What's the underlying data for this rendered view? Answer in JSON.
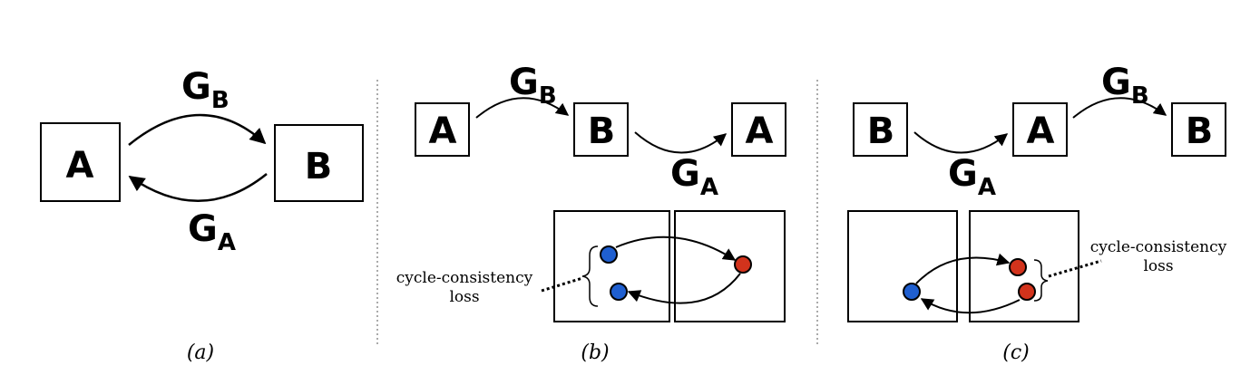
{
  "panels": {
    "a": {
      "caption": "(a)",
      "boxes": [
        "A",
        "B"
      ],
      "g_top": {
        "letter": "G",
        "sub": "B"
      },
      "g_bottom": {
        "letter": "G",
        "sub": "A"
      }
    },
    "b": {
      "caption": "(b)",
      "boxes": [
        "A",
        "B",
        "A"
      ],
      "g_first": {
        "letter": "G",
        "sub": "B"
      },
      "g_second": {
        "letter": "G",
        "sub": "A"
      },
      "loss_line1": "cycle-consistency",
      "loss_line2": "loss"
    },
    "c": {
      "caption": "(c)",
      "boxes": [
        "B",
        "A",
        "B"
      ],
      "g_first": {
        "letter": "G",
        "sub": "A"
      },
      "g_second": {
        "letter": "G",
        "sub": "B"
      },
      "loss_line1": "cycle-consistency",
      "loss_line2": "loss"
    }
  },
  "colors": {
    "blue_point": "#1f5fd0",
    "red_point": "#d2331c"
  }
}
